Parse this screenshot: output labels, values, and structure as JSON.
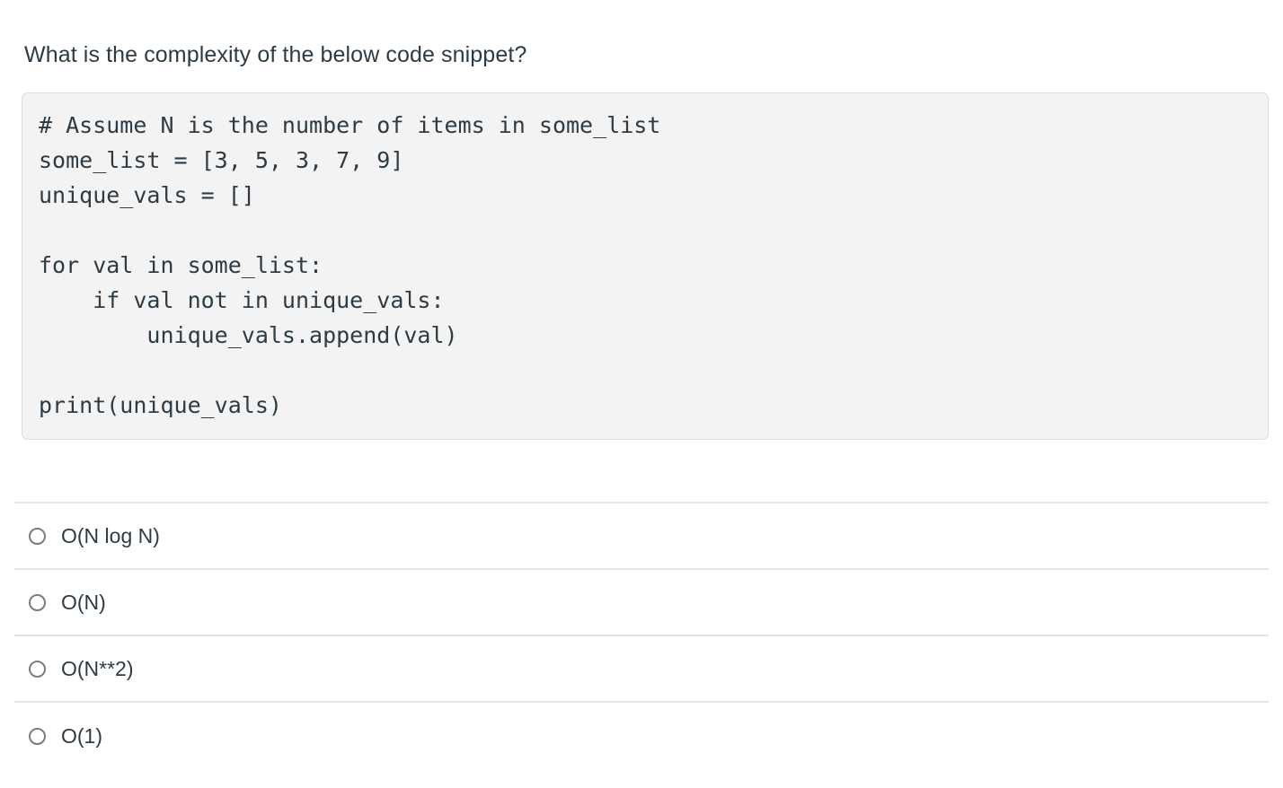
{
  "question": {
    "prompt": "What is the complexity of the below code snippet?"
  },
  "code_snippet": {
    "language": "python",
    "text": "# Assume N is the number of items in some_list\nsome_list = [3, 5, 3, 7, 9]\nunique_vals = []\n\nfor val in some_list:\n    if val not in unique_vals:\n        unique_vals.append(val)\n\nprint(unique_vals)"
  },
  "answers": {
    "selected": null,
    "options": [
      {
        "id": "option-a",
        "label": "O(N log N)",
        "selected": false
      },
      {
        "id": "option-b",
        "label": "O(N)",
        "selected": false
      },
      {
        "id": "option-c",
        "label": "O(N**2)",
        "selected": false
      },
      {
        "id": "option-d",
        "label": "O(1)",
        "selected": false
      }
    ]
  },
  "colors": {
    "text": "#2d3b45",
    "code_background": "#f3f3f4",
    "code_border": "#d9dcde",
    "divider": "#e3e4e6",
    "radio_border": "#787d80",
    "page_background": "#ffffff"
  }
}
